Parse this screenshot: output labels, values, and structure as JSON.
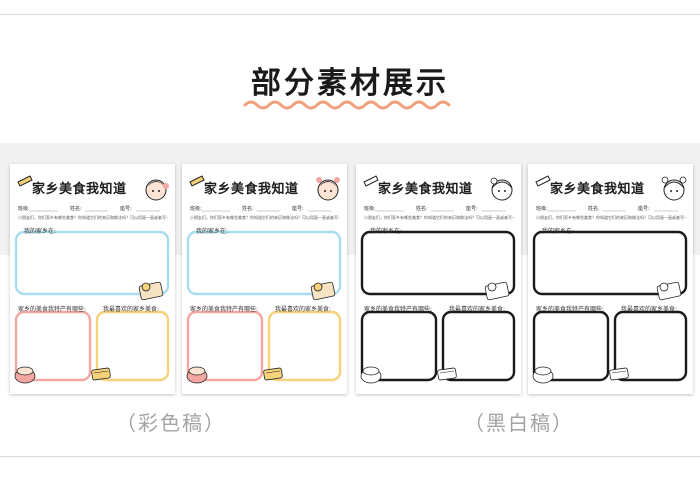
{
  "page": {
    "heading": "部分素材展示",
    "accent_color": "#f2a07b"
  },
  "worksheet": {
    "title": "家乡美食我知道",
    "field_class": "班级:",
    "field_name": "姓名:",
    "field_number": "座号:",
    "instruction": "小朋友们，你们家乡有哪些美食？你知道它们的来历和做法吗？可以用画一画或者写一写的方式来记录哦。",
    "section_hometown": "我的家乡在:",
    "section_specialty": "家乡的美食我特产有哪些:",
    "section_favorite": "我最喜欢的家乡美食:"
  },
  "captions": {
    "color": "（彩色稿）",
    "bw": "（黑白稿）"
  },
  "colors": {
    "color_top_frame": "#a8dcef",
    "color_left_frame": "#f4a7a1",
    "color_right_frame": "#f6d27a",
    "bw_frame": "#1a1a1a"
  },
  "icons": [
    "pencil-icon",
    "girl-avatar-icon",
    "stationery-icon",
    "food-basket-icon",
    "snack-box-icon"
  ]
}
